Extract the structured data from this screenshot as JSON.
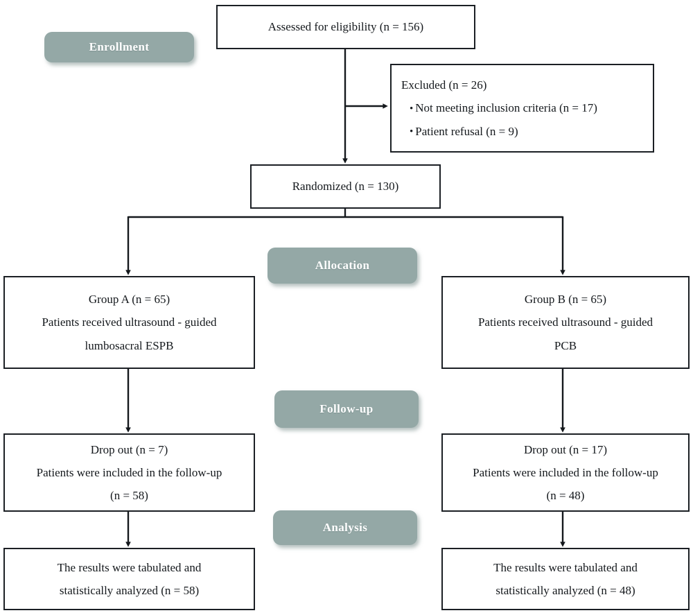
{
  "diagram": {
    "title": "CONSORT participant flow diagram",
    "colors": {
      "box_border": "#1b1f24",
      "box_fill": "#ffffff",
      "stage_pill_fill": "#94a8a6",
      "stage_pill_text": "#ffffff",
      "connector": "#14181c"
    }
  },
  "stages": [
    {
      "id": "enrollment",
      "label": "Enrollment"
    },
    {
      "id": "allocation",
      "label": "Allocation"
    },
    {
      "id": "followup",
      "label": "Follow-up"
    },
    {
      "id": "analysis",
      "label": "Analysis"
    }
  ],
  "nodes": {
    "assessed": {
      "lines": [
        "Assessed for eligibility (n = 156)"
      ]
    },
    "excluded": {
      "heading": "Excluded (n = 26)",
      "bullets": [
        "Not meeting inclusion criteria (n = 17)",
        "Patient refusal (n = 9)"
      ]
    },
    "randomized": {
      "lines": [
        "Randomized (n = 130)"
      ]
    },
    "group_a": {
      "line1": "Group A (n = 65)",
      "line2": "Patients received ultrasound - guided",
      "line3": "lumbosacral ESPB"
    },
    "group_b": {
      "line1": "Group B (n = 65)",
      "line2": "Patients received ultrasound - guided",
      "line3": "PCB"
    },
    "followup_a": {
      "line1": "Drop out (n = 7)",
      "line2": "Patients were included in the follow-up",
      "line3": "(n = 58)"
    },
    "followup_b": {
      "line1": "Drop out (n = 17)",
      "line2": "Patients were included in the follow-up",
      "line3": "(n = 48)"
    },
    "analysis_a": {
      "line1": "The results were tabulated and",
      "line2": "statistically analyzed (n = 58)"
    },
    "analysis_b": {
      "line1": "The results were tabulated and",
      "line2": "statistically analyzed (n = 48)"
    }
  },
  "chart_data": {
    "type": "diagram",
    "title": "CONSORT flow diagram",
    "flow": [
      {
        "stage": "Enrollment",
        "node": "Assessed for eligibility",
        "n": 156
      },
      {
        "stage": "Enrollment",
        "node": "Excluded",
        "n": 26,
        "reasons": [
          {
            "label": "Not meeting inclusion criteria",
            "n": 17
          },
          {
            "label": "Patient refusal",
            "n": 9
          }
        ]
      },
      {
        "stage": "Enrollment",
        "node": "Randomized",
        "n": 130
      },
      {
        "stage": "Allocation",
        "node": "Group A - ultrasound-guided lumbosacral ESPB",
        "n": 65
      },
      {
        "stage": "Allocation",
        "node": "Group B - ultrasound-guided PCB",
        "n": 65
      },
      {
        "stage": "Follow-up",
        "node": "Group A followed up",
        "n": 58,
        "drop_out": 7
      },
      {
        "stage": "Follow-up",
        "node": "Group B followed up",
        "n": 48,
        "drop_out": 17
      },
      {
        "stage": "Analysis",
        "node": "Group A analyzed",
        "n": 58
      },
      {
        "stage": "Analysis",
        "node": "Group B analyzed",
        "n": 48
      }
    ]
  }
}
